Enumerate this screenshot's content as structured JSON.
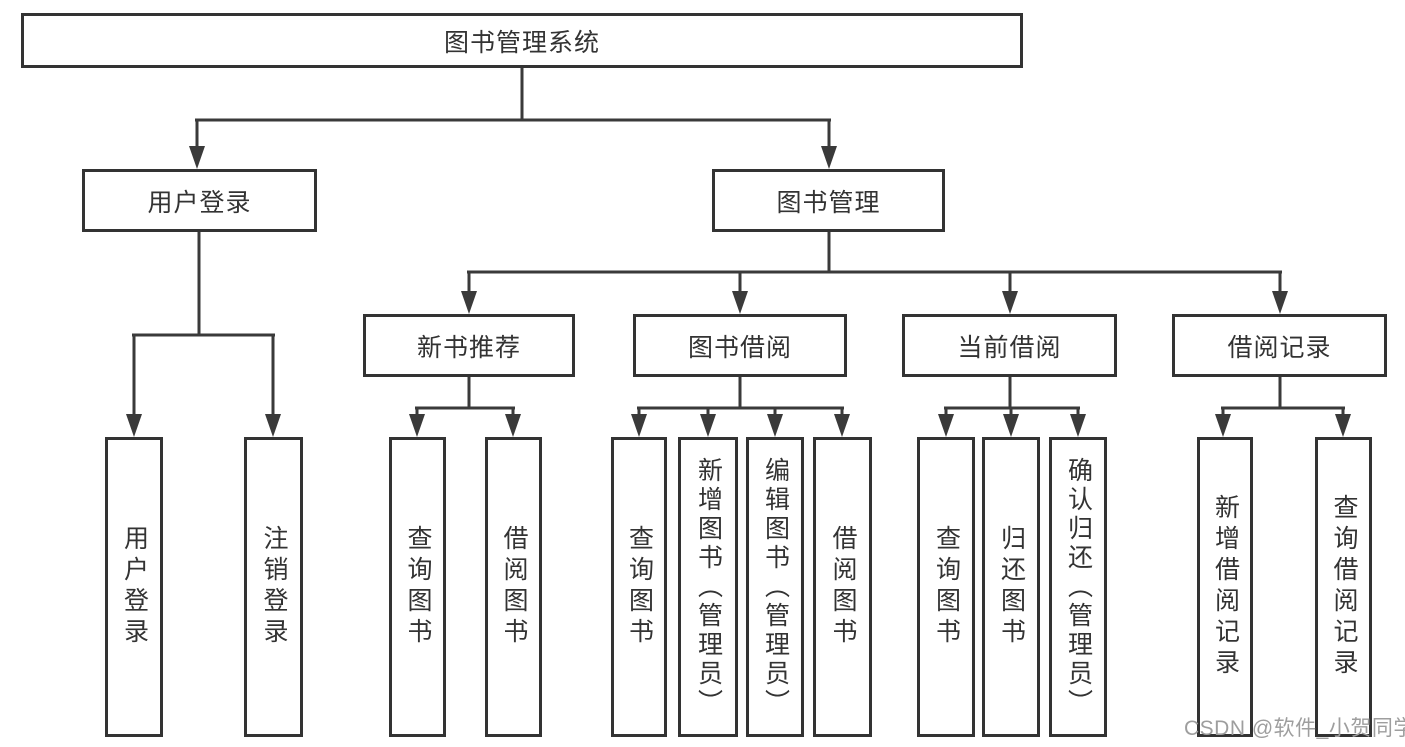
{
  "tree": {
    "root_label": "图书管理系统",
    "branches": [
      {
        "label": "用户登录",
        "children": [
          "用户登录",
          "注销登录"
        ]
      },
      {
        "label": "图书管理",
        "groups": [
          {
            "label": "新书推荐",
            "children": [
              "查询图书",
              "借阅图书"
            ]
          },
          {
            "label": "图书借阅",
            "children": [
              "查询图书",
              "新增图书（管理员）",
              "编辑图书（管理员）",
              "借阅图书"
            ]
          },
          {
            "label": "当前借阅",
            "children": [
              "查询图书",
              "归还图书",
              "确认归还（管理员）"
            ]
          },
          {
            "label": "借阅记录",
            "children": [
              "新增借阅记录",
              "查询借阅记录"
            ]
          }
        ]
      }
    ]
  },
  "watermark": {
    "text": "CSDN @软件_小贺同学"
  },
  "colors": {
    "line": "#3a3a3a",
    "border": "#333333",
    "text": "#333333",
    "watermark": "#9e9e9e"
  }
}
